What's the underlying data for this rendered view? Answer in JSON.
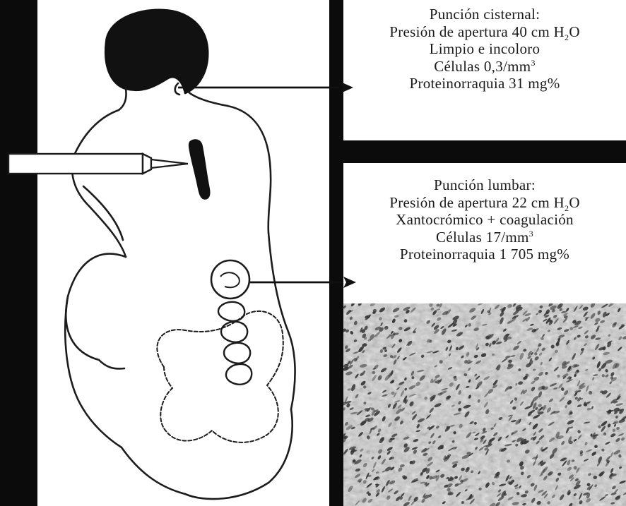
{
  "colors": {
    "frame": "#0b0b0b",
    "line": "#1c1c1c",
    "background": "#ffffff",
    "histology_base": "#c7c7c7",
    "nuclei": "#353535"
  },
  "panels": {
    "cisternal": {
      "title": "Punción cisternal:",
      "pressure_prefix": "Presión de apertura 40 cm H",
      "pressure_sub": "2",
      "pressure_suffix": "O",
      "appearance": "Limpio e incoloro",
      "cells_prefix": "Células 0,3/mm",
      "cells_sup": "3",
      "protein": "Proteinorraquia 31 mg%"
    },
    "lumbar": {
      "title": "Punción lumbar:",
      "pressure_prefix": "Presión de apertura 22 cm H",
      "pressure_sub": "2",
      "pressure_suffix": "O",
      "appearance": "Xantocrómico + coagulación",
      "cells_prefix": "Células 17/mm",
      "cells_sup": "3",
      "protein": "Proteinorraquia 1 705 mg%"
    }
  },
  "icons": {
    "patient": "patient-illustration",
    "needle": "needle-icon",
    "arrows": "arrow-right-icon",
    "histology": "histology-micrograph"
  }
}
